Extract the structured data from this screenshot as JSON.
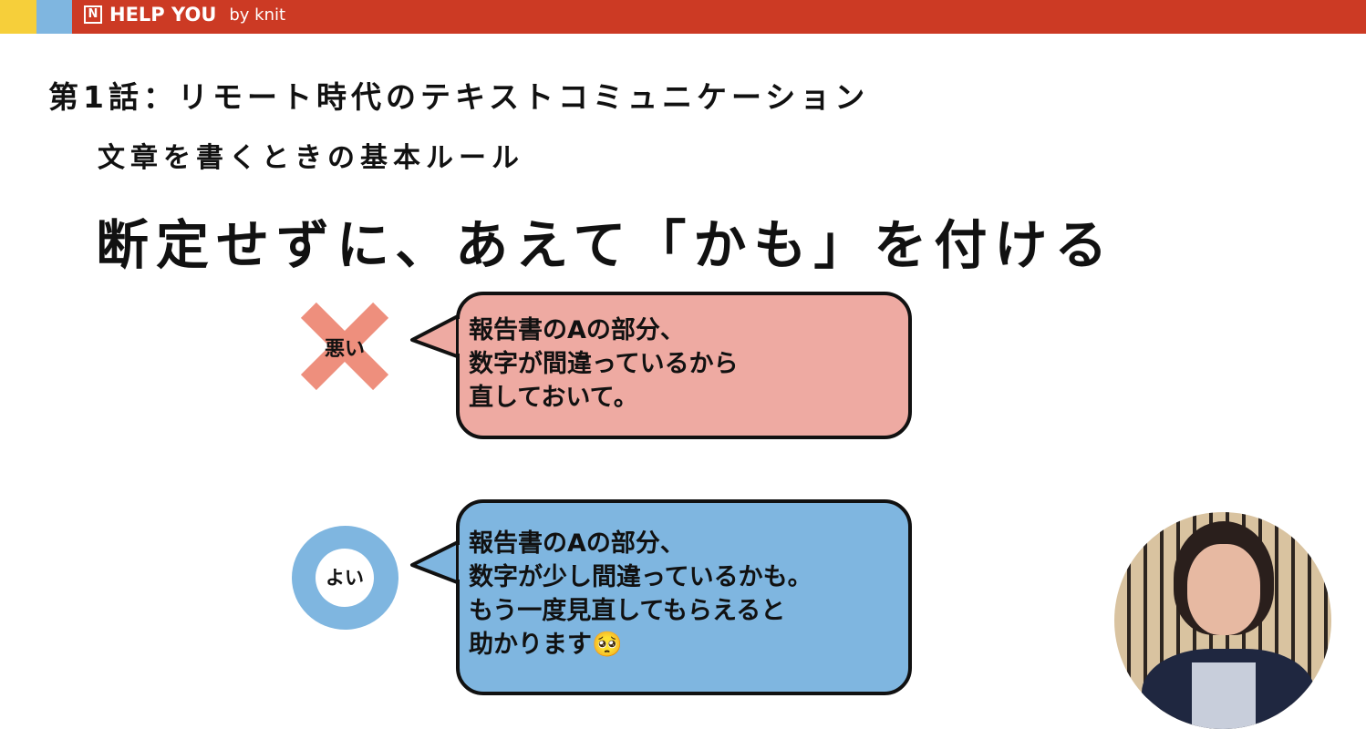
{
  "header": {
    "brand": "HELP YOU",
    "brand_suffix": "by knit",
    "logo_mark": "N",
    "colors": {
      "bar": "#cc3a24",
      "yellow": "#f6cf3a",
      "blue": "#7fb6e0"
    }
  },
  "slide": {
    "episode_title": "第1話：リモート時代のテキストコミュニケーション",
    "section_title": "文章を書くときの基本ルール",
    "headline": "断定せずに、あえて「かも」を付ける",
    "bad": {
      "label": "悪い",
      "icon": "x-mark-icon",
      "lines": [
        "報告書のAの部分、",
        "数字が間違っているから",
        "直しておいて。"
      ],
      "color": "#eeaaa2"
    },
    "good": {
      "label": "よい",
      "icon": "circle-mark-icon",
      "lines": [
        "報告書のAの部分、",
        "数字が少し間違っているかも。",
        "もう一度見直してもらえると",
        "助かります🥺"
      ],
      "color": "#7fb6e0"
    }
  },
  "presenter": {
    "icon": "presenter-video"
  }
}
